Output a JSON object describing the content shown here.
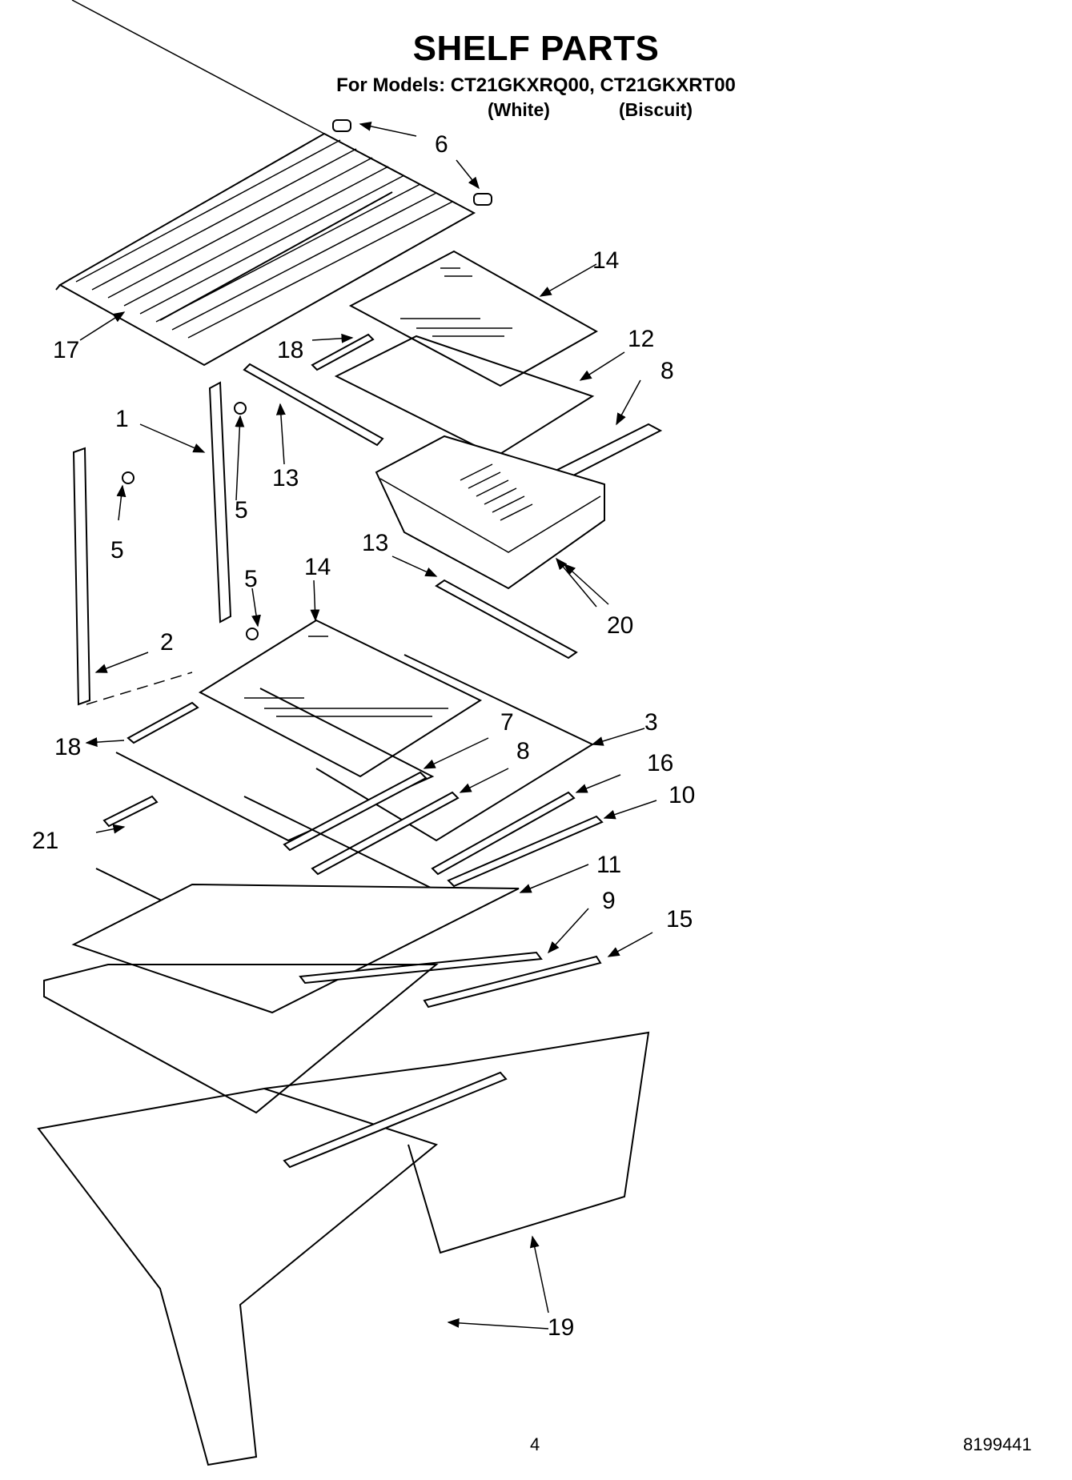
{
  "header": {
    "title": "SHELF PARTS",
    "models_line": "For Models: CT21GKXRQ00, CT21GKXRT00",
    "variant_white": "(White)",
    "variant_biscuit": "(Biscuit)"
  },
  "callouts": {
    "p1": "1",
    "p2": "2",
    "p3": "3",
    "p5a": "5",
    "p5b": "5",
    "p5c": "5",
    "p6": "6",
    "p7": "7",
    "p8a": "8",
    "p8b": "8",
    "p9": "9",
    "p10": "10",
    "p11": "11",
    "p12": "12",
    "p13a": "13",
    "p13b": "13",
    "p14a": "14",
    "p14b": "14",
    "p15": "15",
    "p16": "16",
    "p17": "17",
    "p18a": "18",
    "p18b": "18",
    "p19": "19",
    "p20": "20",
    "p21": "21"
  },
  "footer": {
    "page_number": "4",
    "doc_number": "8199441"
  }
}
